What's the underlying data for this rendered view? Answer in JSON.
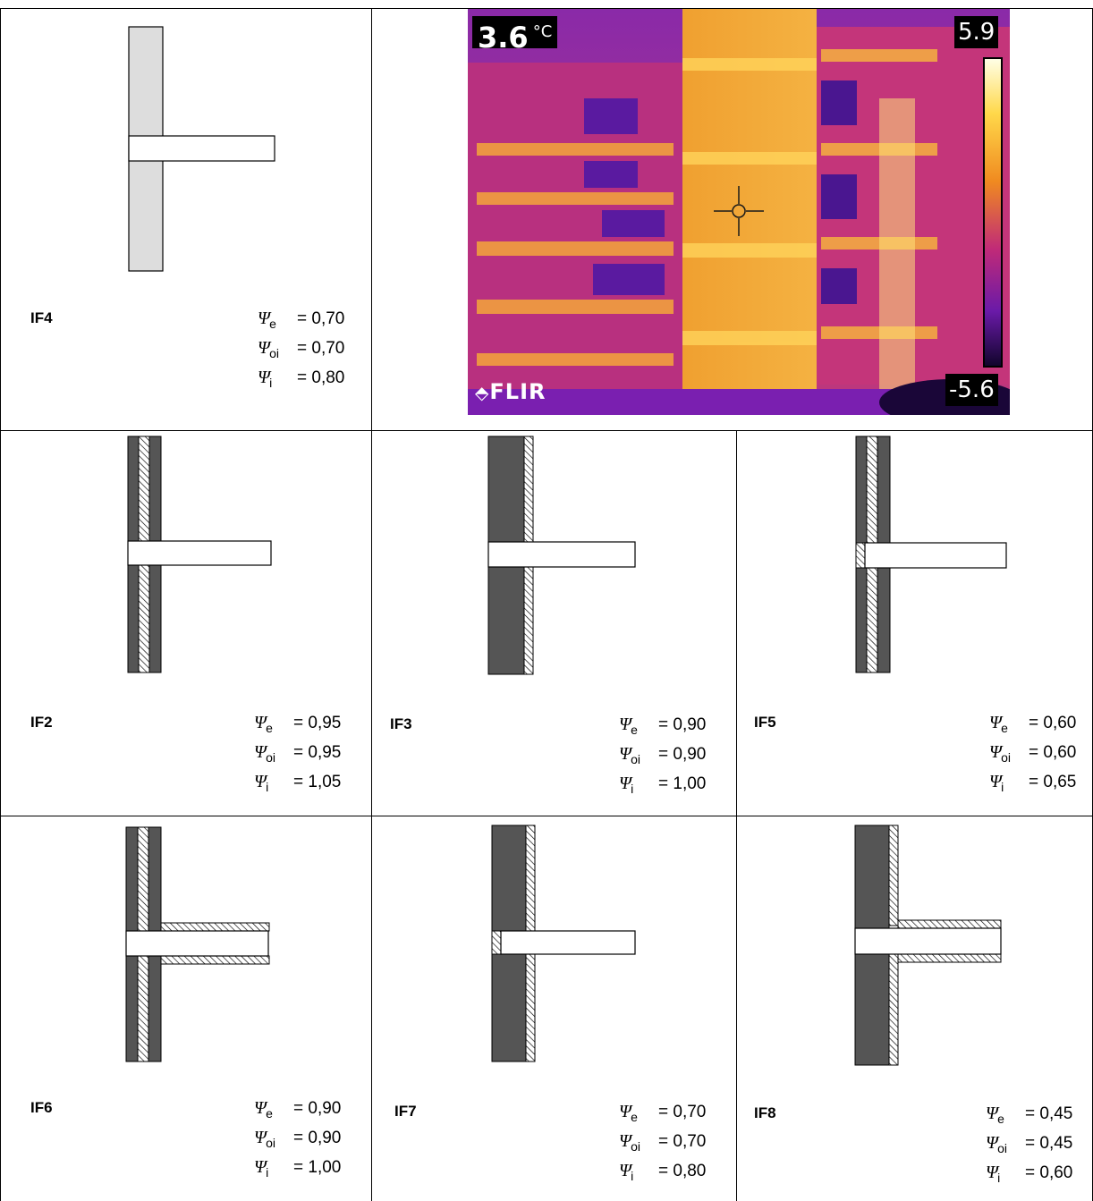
{
  "details": [
    {
      "id": "IF4",
      "label": "IF4",
      "psi": [
        {
          "symbol": "Ψ",
          "sub": "e",
          "value": "= 0,70"
        },
        {
          "symbol": "Ψ",
          "sub": "oi",
          "value": "= 0,70"
        },
        {
          "symbol": "Ψ",
          "sub": "i",
          "value": "= 0,80"
        }
      ]
    },
    {
      "id": "IF2",
      "label": "IF2",
      "psi": [
        {
          "symbol": "Ψ",
          "sub": "e",
          "value": "= 0,95"
        },
        {
          "symbol": "Ψ",
          "sub": "oi",
          "value": "= 0,95"
        },
        {
          "symbol": "Ψ",
          "sub": "i",
          "value": "= 1,05"
        }
      ]
    },
    {
      "id": "IF3",
      "label": "IF3",
      "psi": [
        {
          "symbol": "Ψ",
          "sub": "e",
          "value": "= 0,90"
        },
        {
          "symbol": "Ψ",
          "sub": "oi",
          "value": "= 0,90"
        },
        {
          "symbol": "Ψ",
          "sub": "i",
          "value": "= 1,00"
        }
      ]
    },
    {
      "id": "IF5",
      "label": "IF5",
      "psi": [
        {
          "symbol": "Ψ",
          "sub": "e",
          "value": "= 0,60"
        },
        {
          "symbol": "Ψ",
          "sub": "oi",
          "value": "= 0,60"
        },
        {
          "symbol": "Ψ",
          "sub": "i",
          "value": "= 0,65"
        }
      ]
    },
    {
      "id": "IF6",
      "label": "IF6",
      "psi": [
        {
          "symbol": "Ψ",
          "sub": "e",
          "value": "= 0,90"
        },
        {
          "symbol": "Ψ",
          "sub": "oi",
          "value": "= 0,90"
        },
        {
          "symbol": "Ψ",
          "sub": "i",
          "value": "= 1,00"
        }
      ]
    },
    {
      "id": "IF7",
      "label": "IF7",
      "psi": [
        {
          "symbol": "Ψ",
          "sub": "e",
          "value": "= 0,70"
        },
        {
          "symbol": "Ψ",
          "sub": "oi",
          "value": "= 0,70"
        },
        {
          "symbol": "Ψ",
          "sub": "i",
          "value": "= 0,80"
        }
      ]
    },
    {
      "id": "IF8",
      "label": "IF8",
      "psi": [
        {
          "symbol": "Ψ",
          "sub": "e",
          "value": "= 0,45"
        },
        {
          "symbol": "Ψ",
          "sub": "oi",
          "value": "= 0,45"
        },
        {
          "symbol": "Ψ",
          "sub": "i",
          "value": "= 0,60"
        }
      ]
    }
  ],
  "thermal_image": {
    "spot_temp": "3.6",
    "spot_unit": "°C",
    "scale_max": "5.9",
    "scale_min": "-5.6",
    "brand": "FLIR",
    "colors": {
      "hot": "#ffd24a",
      "warm": "#f29a1a",
      "mid": "#d0306a",
      "cool": "#7a1fb0",
      "cold": "#1a0638"
    }
  }
}
